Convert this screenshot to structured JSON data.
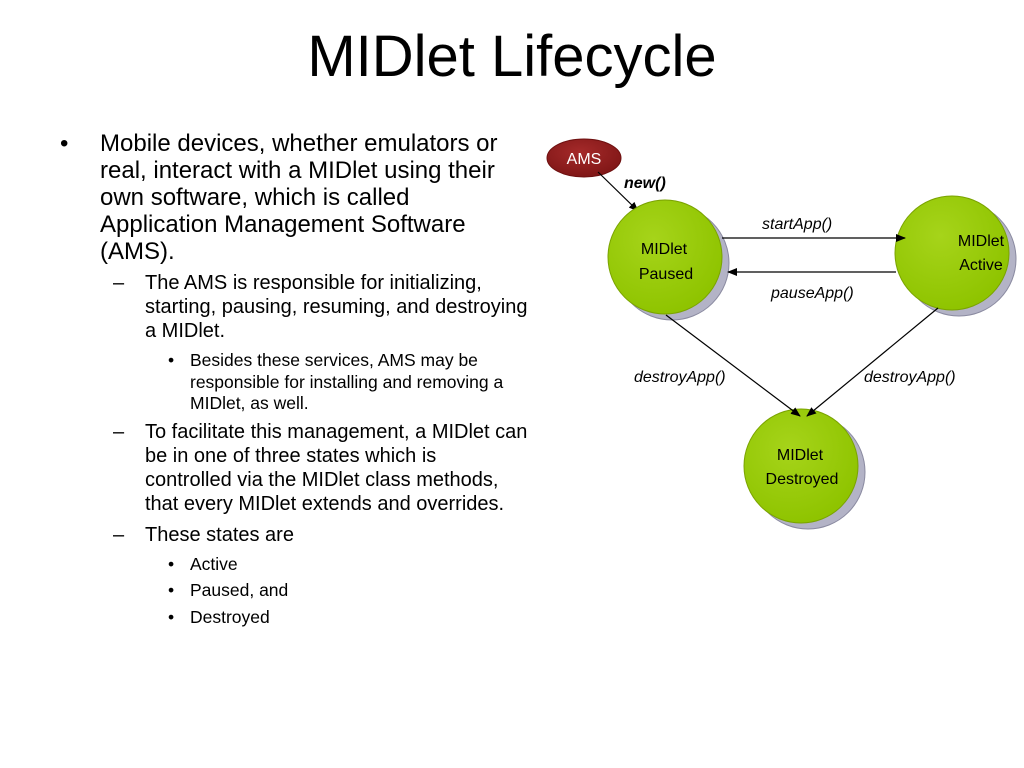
{
  "title": "MIDlet Lifecycle",
  "bullets": {
    "mobile_devices": "Mobile devices, whether emulators or real, interact with a MIDlet using their own software, which is called Application Management Software (AMS).",
    "ams_responsible": "The AMS is responsible for initializing, starting, pausing, resuming, and destroying a MIDlet.",
    "besides_services": "Besides these services, AMS may be responsible for installing and removing a MIDlet, as well.",
    "facilitate": "To facilitate this management, a MIDlet can be in one of three states which is controlled via the MIDlet class methods, that every MIDlet extends and overrides.",
    "states_are": "These states are",
    "state_active": "Active",
    "state_paused": "Paused, and",
    "state_destroyed": "Destroyed"
  },
  "diagram": {
    "ams": "AMS",
    "new_call": "new()",
    "paused_line1": "MIDlet",
    "paused_line2": "Paused",
    "active_line1": "MIDlet",
    "active_line2": "Active",
    "destroyed_line1": "MIDlet",
    "destroyed_line2": "Destroyed",
    "start_app": "startApp()",
    "pause_app": "pauseApp()",
    "destroy_left": "destroyApp()",
    "destroy_right": "destroyApp()"
  },
  "colors": {
    "state_fill": "#99cc00",
    "state_shadow": "#b3b3c6",
    "ams_fill": "#8b1a1a"
  }
}
